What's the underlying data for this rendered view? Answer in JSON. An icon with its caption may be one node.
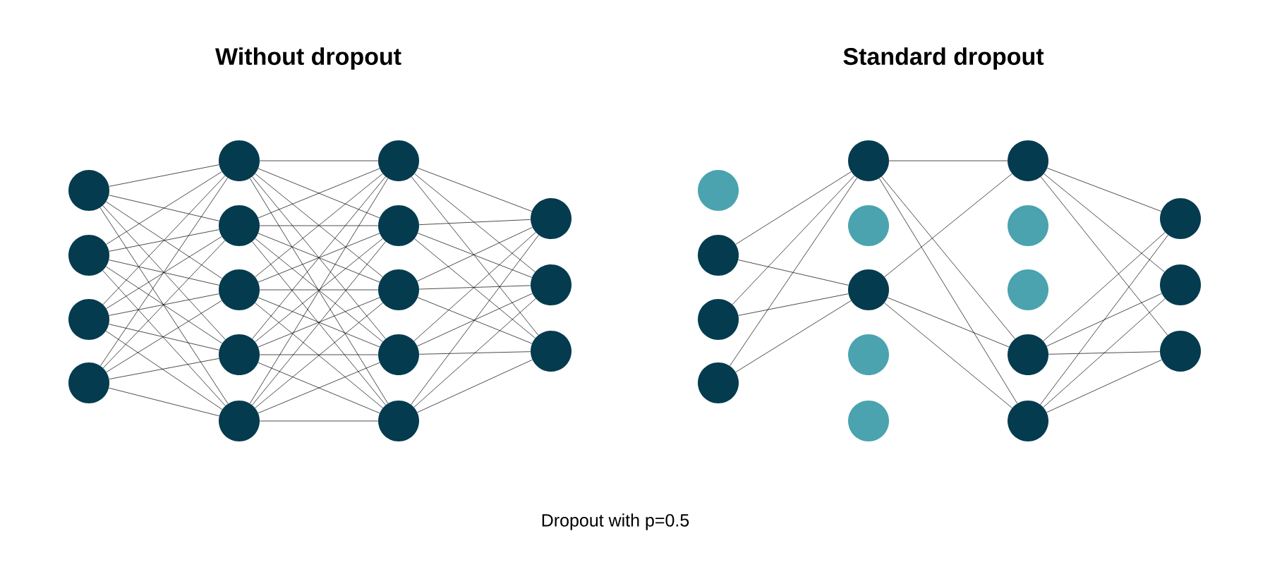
{
  "diagram": {
    "caption": "Dropout with p=0.5",
    "labels": [
      "Without dropout",
      "Standard dropout"
    ],
    "nodes": [
      {
        "text": [],
        "shape": "circle"
      },
      {
        "text": [],
        "shape": "circle"
      },
      {
        "text": [],
        "shape": "circle"
      },
      {
        "text": [],
        "shape": "circle"
      },
      {
        "text": [],
        "shape": "circle"
      },
      {
        "text": [],
        "shape": "circle"
      },
      {
        "text": [],
        "shape": "circle"
      },
      {
        "text": [],
        "shape": "circle"
      },
      {
        "text": [],
        "shape": "circle"
      },
      {
        "text": [],
        "shape": "circle"
      },
      {
        "text": [],
        "shape": "circle"
      },
      {
        "text": [],
        "shape": "circle"
      },
      {
        "text": [],
        "shape": "circle"
      },
      {
        "text": [],
        "shape": "circle"
      },
      {
        "text": [],
        "shape": "circle"
      },
      {
        "text": [],
        "shape": "circle"
      },
      {
        "text": [],
        "shape": "circle"
      },
      {
        "text": [],
        "shape": "circle"
      },
      {
        "text": [],
        "shape": "circle"
      },
      {
        "text": [],
        "shape": "circle"
      },
      {
        "text": [],
        "shape": "circle"
      },
      {
        "text": [],
        "shape": "circle"
      },
      {
        "text": [],
        "shape": "circle"
      },
      {
        "text": [],
        "shape": "circle"
      },
      {
        "text": [],
        "shape": "circle"
      },
      {
        "text": [],
        "shape": "circle"
      },
      {
        "text": [],
        "shape": "circle"
      },
      {
        "text": [],
        "shape": "circle"
      },
      {
        "text": [],
        "shape": "circle"
      },
      {
        "text": [],
        "shape": "circle"
      },
      {
        "text": [],
        "shape": "circle"
      },
      {
        "text": [],
        "shape": "circle"
      },
      {
        "text": [],
        "shape": "circle"
      },
      {
        "text": [],
        "shape": "circle"
      }
    ],
    "edges": [
      {
        "from": 0,
        "to": 4,
        "arrow": "none"
      },
      {
        "from": 0,
        "to": 5,
        "arrow": "none"
      },
      {
        "from": 0,
        "to": 6,
        "arrow": "none"
      },
      {
        "from": 0,
        "to": 7,
        "arrow": "none"
      },
      {
        "from": 0,
        "to": 8,
        "arrow": "none"
      },
      {
        "from": 1,
        "to": 4,
        "arrow": "none"
      },
      {
        "from": 1,
        "to": 5,
        "arrow": "none"
      },
      {
        "from": 1,
        "to": 6,
        "arrow": "none"
      },
      {
        "from": 1,
        "to": 7,
        "arrow": "none"
      },
      {
        "from": 1,
        "to": 8,
        "arrow": "none"
      },
      {
        "from": 2,
        "to": 4,
        "arrow": "none"
      },
      {
        "from": 2,
        "to": 5,
        "arrow": "none"
      },
      {
        "from": 2,
        "to": 6,
        "arrow": "none"
      },
      {
        "from": 2,
        "to": 7,
        "arrow": "none"
      },
      {
        "from": 2,
        "to": 8,
        "arrow": "none"
      },
      {
        "from": 3,
        "to": 4,
        "arrow": "none"
      },
      {
        "from": 3,
        "to": 5,
        "arrow": "none"
      },
      {
        "from": 3,
        "to": 6,
        "arrow": "none"
      },
      {
        "from": 3,
        "to": 7,
        "arrow": "none"
      },
      {
        "from": 3,
        "to": 8,
        "arrow": "none"
      },
      {
        "from": 4,
        "to": 9,
        "arrow": "none"
      },
      {
        "from": 4,
        "to": 10,
        "arrow": "none"
      },
      {
        "from": 4,
        "to": 11,
        "arrow": "none"
      },
      {
        "from": 4,
        "to": 12,
        "arrow": "none"
      },
      {
        "from": 4,
        "to": 13,
        "arrow": "none"
      },
      {
        "from": 5,
        "to": 9,
        "arrow": "none"
      },
      {
        "from": 5,
        "to": 10,
        "arrow": "none"
      },
      {
        "from": 5,
        "to": 11,
        "arrow": "none"
      },
      {
        "from": 5,
        "to": 12,
        "arrow": "none"
      },
      {
        "from": 5,
        "to": 13,
        "arrow": "none"
      },
      {
        "from": 6,
        "to": 9,
        "arrow": "none"
      },
      {
        "from": 6,
        "to": 10,
        "arrow": "none"
      },
      {
        "from": 6,
        "to": 11,
        "arrow": "none"
      },
      {
        "from": 6,
        "to": 12,
        "arrow": "none"
      },
      {
        "from": 6,
        "to": 13,
        "arrow": "none"
      },
      {
        "from": 7,
        "to": 9,
        "arrow": "none"
      },
      {
        "from": 7,
        "to": 10,
        "arrow": "none"
      },
      {
        "from": 7,
        "to": 11,
        "arrow": "none"
      },
      {
        "from": 7,
        "to": 12,
        "arrow": "none"
      },
      {
        "from": 7,
        "to": 13,
        "arrow": "none"
      },
      {
        "from": 8,
        "to": 9,
        "arrow": "none"
      },
      {
        "from": 8,
        "to": 10,
        "arrow": "none"
      },
      {
        "from": 8,
        "to": 11,
        "arrow": "none"
      },
      {
        "from": 8,
        "to": 12,
        "arrow": "none"
      },
      {
        "from": 8,
        "to": 13,
        "arrow": "none"
      },
      {
        "from": 9,
        "to": 14,
        "arrow": "none"
      },
      {
        "from": 9,
        "to": 15,
        "arrow": "none"
      },
      {
        "from": 9,
        "to": 16,
        "arrow": "none"
      },
      {
        "from": 10,
        "to": 14,
        "arrow": "none"
      },
      {
        "from": 10,
        "to": 15,
        "arrow": "none"
      },
      {
        "from": 10,
        "to": 16,
        "arrow": "none"
      },
      {
        "from": 11,
        "to": 14,
        "arrow": "none"
      },
      {
        "from": 11,
        "to": 15,
        "arrow": "none"
      },
      {
        "from": 11,
        "to": 16,
        "arrow": "none"
      },
      {
        "from": 12,
        "to": 14,
        "arrow": "none"
      },
      {
        "from": 12,
        "to": 15,
        "arrow": "none"
      },
      {
        "from": 12,
        "to": 16,
        "arrow": "none"
      },
      {
        "from": 13,
        "to": 14,
        "arrow": "none"
      },
      {
        "from": 13,
        "to": 15,
        "arrow": "none"
      },
      {
        "from": 13,
        "to": 16,
        "arrow": "none"
      },
      {
        "from": 18,
        "to": 21,
        "arrow": "none"
      },
      {
        "from": 18,
        "to": 23,
        "arrow": "none"
      },
      {
        "from": 19,
        "to": 21,
        "arrow": "none"
      },
      {
        "from": 19,
        "to": 23,
        "arrow": "none"
      },
      {
        "from": 20,
        "to": 21,
        "arrow": "none"
      },
      {
        "from": 20,
        "to": 23,
        "arrow": "none"
      },
      {
        "from": 21,
        "to": 26,
        "arrow": "none"
      },
      {
        "from": 21,
        "to": 29,
        "arrow": "none"
      },
      {
        "from": 21,
        "to": 30,
        "arrow": "none"
      },
      {
        "from": 23,
        "to": 26,
        "arrow": "none"
      },
      {
        "from": 23,
        "to": 29,
        "arrow": "none"
      },
      {
        "from": 23,
        "to": 30,
        "arrow": "none"
      },
      {
        "from": 26,
        "to": 31,
        "arrow": "none"
      },
      {
        "from": 26,
        "to": 32,
        "arrow": "none"
      },
      {
        "from": 26,
        "to": 33,
        "arrow": "none"
      },
      {
        "from": 29,
        "to": 31,
        "arrow": "none"
      },
      {
        "from": 29,
        "to": 32,
        "arrow": "none"
      },
      {
        "from": 29,
        "to": 33,
        "arrow": "none"
      },
      {
        "from": 30,
        "to": 31,
        "arrow": "none"
      },
      {
        "from": 30,
        "to": 32,
        "arrow": "none"
      },
      {
        "from": 30,
        "to": 33,
        "arrow": "none"
      }
    ]
  }
}
